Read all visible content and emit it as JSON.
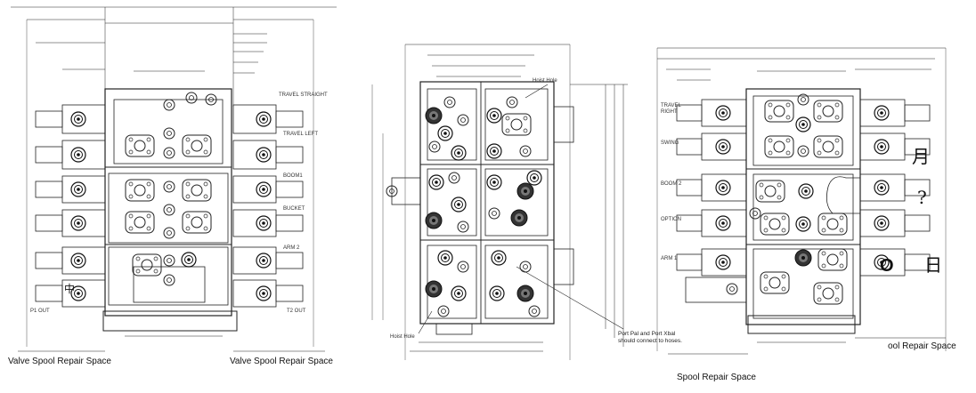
{
  "views": {
    "left": {
      "labels": {
        "travel_straight": "TRAVEL STRAIGHT",
        "travel_left": "TRAVEL LEFT",
        "boom": "BOOM1",
        "bucket": "BUCKET",
        "arm2": "ARM 2",
        "p1_out": "P1 OUT",
        "t2_out": "T2 OUT",
        "zh": "中"
      },
      "caption_left": "Valve Spool Repair Space",
      "caption_right": "Valve Spool Repair Space"
    },
    "middle": {
      "labels": {
        "hoist_hole_top": "Hoist Hole",
        "hoist_hole_bottom": "Hoist Hole",
        "note": "Port Pal and Port Xbal should connect to hoses."
      }
    },
    "right": {
      "labels": {
        "travel_right": "TRAVEL RIGHT",
        "swing": "SWING",
        "boom2": "BOOM 2",
        "option": "OPTION",
        "arm1": "ARM 1",
        "yue": "月",
        "question": "?",
        "o_mark": "O",
        "ri": "日"
      },
      "caption_right": "ool Repair Space",
      "caption_bottom": "Spool Repair Space"
    }
  }
}
